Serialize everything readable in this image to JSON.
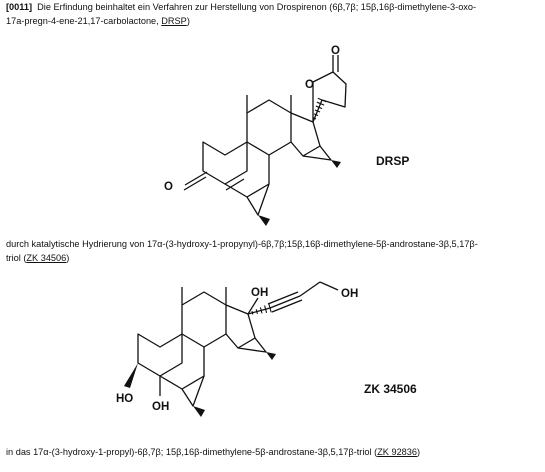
{
  "paragraph_0011": {
    "number": "[0011]",
    "text_1": "Die Erfindung beinhaltet ein Verfahren zur Herstellung von Drospirenon (6β,7β; 15β,16β-dimethylene-3-oxo-",
    "text_2": "17a-pregn-4-ene-21,17-carbolactone, ",
    "code": "DRSP",
    "text_3": ")"
  },
  "structure_1": {
    "label": "DRSP",
    "atoms": {
      "ketone_o": "O",
      "lactone_carbonyl_o": "O",
      "ring_o": "O"
    }
  },
  "paragraph_hydrogenation": {
    "text_1": "durch katalytische Hydrierung von 17α-(3-hydroxy-1-propynyl)-6β,7β;15β,16β-dimethylene-5β-androstane-3β,5,17β-",
    "text_2": "triol (",
    "code": "ZK 34506",
    "text_3": ")"
  },
  "structure_2": {
    "label": "ZK 34506",
    "atoms": {
      "oh_17": "OH",
      "oh_terminal": "OH",
      "ho_3": "HO",
      "oh_5": "OH"
    }
  },
  "paragraph_product": {
    "text_1": "in das 17α-(3-hydroxy-1-propyl)-6β,7β; 15β,16β-dimethylene-5β-androstane-3β,5,17β-triol (",
    "code": "ZK 92836",
    "text_2": ")"
  }
}
